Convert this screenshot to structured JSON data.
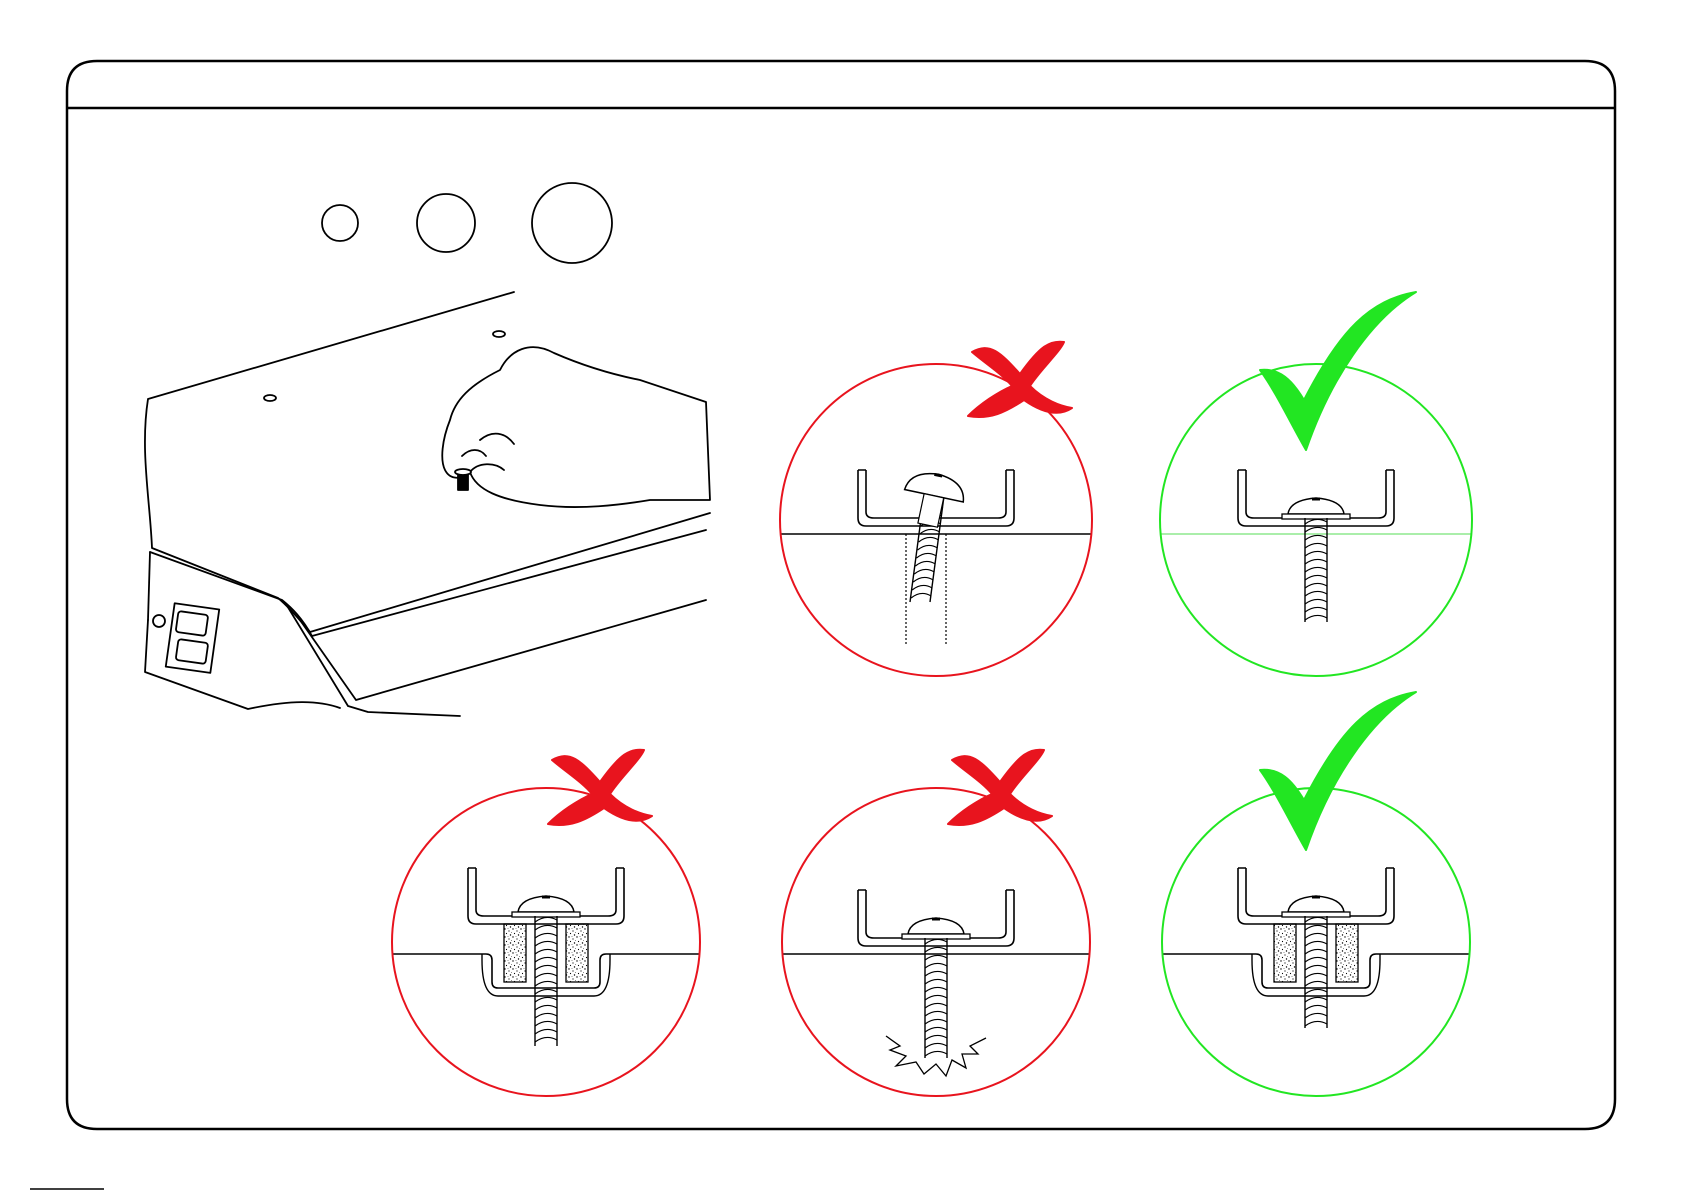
{
  "colors": {
    "ink": "#000000",
    "wrong": "#e8141e",
    "correct": "#22e622",
    "correct_light": "#8ee88e",
    "paper": "#ffffff"
  },
  "hole_sizes": [
    {
      "name": "small-hole-icon"
    },
    {
      "name": "medium-hole-icon"
    },
    {
      "name": "large-hole-icon"
    }
  ],
  "details": [
    {
      "id": "top-wrong",
      "verdict": "wrong",
      "icon": "cross-mark-icon",
      "case": "screw-tilted-no-spacer"
    },
    {
      "id": "top-correct",
      "verdict": "correct",
      "icon": "check-mark-icon",
      "case": "screw-straight-no-spacer"
    },
    {
      "id": "bottom-wrong-left",
      "verdict": "wrong",
      "icon": "cross-mark-icon",
      "case": "spacer-panel-not-recessed"
    },
    {
      "id": "bottom-wrong-middle",
      "verdict": "wrong",
      "icon": "cross-mark-icon",
      "case": "screw-too-long-damages-panel"
    },
    {
      "id": "bottom-correct",
      "verdict": "correct",
      "icon": "check-mark-icon",
      "case": "spacer-correct-length"
    }
  ]
}
